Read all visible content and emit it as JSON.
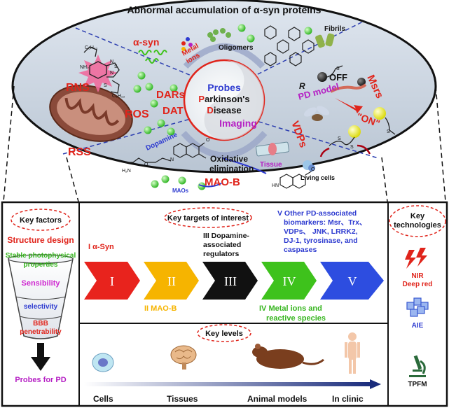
{
  "ellipse": {
    "banner": "Abnormal accumulation of α-syn proteins",
    "center": {
      "probes": "Probes",
      "line1_p": "P",
      "line1_rest": "arkinson's",
      "line2_d": "D",
      "line2_rest": "isease",
      "imaging": "Imaging"
    },
    "labels": {
      "alpha_syn": "α-syn",
      "metal1": "Metal",
      "metal2": "ions",
      "oligomers": "Oligomers",
      "fibrils": "Fibrils",
      "rns": "RNS",
      "ros": "ROS",
      "rss": "RSS",
      "dars": "DARs",
      "dat": "DAT",
      "dopamine": "Dopamine",
      "off": "OFF",
      "r": "R",
      "msrs": "Msrs",
      "pd_model": "PD model",
      "on": "\"ON\"",
      "vdps": "VDPs",
      "oxidative1": "Oxidative",
      "oxidative2": "elimination",
      "tissue": "Tissue",
      "living_cells": "Living cells",
      "mao_b": "MAO-B",
      "maos": "MAOs",
      "hn": "HN",
      "h2n": "H₂N",
      "c6h13_top": "C₆H₁₃",
      "c6h13_bot": "C₆H₁₃",
      "nh2": "NH₂",
      "n1": "N",
      "s1": "S",
      "n2": "N",
      "s2": "S",
      "o1": "O",
      "n3": "N",
      "o2": "O",
      "s3": "S",
      "s4": "S",
      "s5": "S",
      "s6": "S",
      "o3": "O"
    }
  },
  "key_factors": {
    "title": "Key factors",
    "structure": "Structure design",
    "stable1": "Stable photophysical",
    "stable2": "properties",
    "sensibility": "Sensibility",
    "selectivity": "selectivity",
    "bbb1": "BBB",
    "bbb2": "penetrability",
    "probes_for_pd": "Probes for PD"
  },
  "key_targets": {
    "title": "Key targets of interest",
    "label_i": "I α-Syn",
    "label_ii": "II MAO-B",
    "label_iii": [
      "III Dopamine-",
      "associated",
      "regulators"
    ],
    "label_iv": [
      "IV Metal ions and",
      "reactive species"
    ],
    "label_v": [
      "V Other PD-associated",
      "biomarkers: Msr、Trx、",
      "VDPs、 JNK, LRRK2,",
      "DJ-1, tyrosinase, and",
      "caspases"
    ],
    "numerals": [
      "I",
      "II",
      "III",
      "IV",
      "V"
    ]
  },
  "key_levels": {
    "title": "Key levels",
    "cells": "Cells",
    "tissues": "Tissues",
    "animal": "Animal models",
    "clinic": "In clinic"
  },
  "key_technologies": {
    "title1": "Key",
    "title2": "technologies",
    "nir1": "NIR",
    "nir2": "Deep red",
    "aie": "AIE",
    "tpfm": "TPFM"
  },
  "colors": {
    "red": "#e0241b",
    "blue": "#2e3bd0",
    "purple": "#b51fc4",
    "green": "#3ec21c",
    "orange": "#f6b400",
    "chev_red": "#e8231d",
    "chev_black": "#111111",
    "chev_blue": "#2d4de0",
    "sens": "#cf2ad1",
    "green_txt": "#36b51e"
  }
}
